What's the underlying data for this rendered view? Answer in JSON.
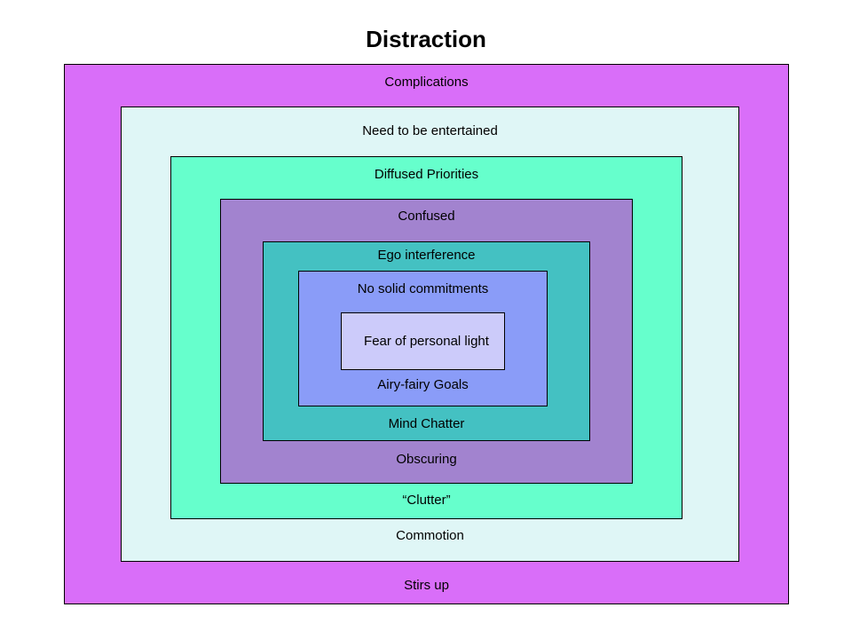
{
  "title": "Distraction",
  "layers": [
    {
      "top": "Complications",
      "bottom": "Stirs up",
      "color": "#d96ef9"
    },
    {
      "top": "Need to be entertained",
      "bottom": "Commotion",
      "color": "#dff6f6"
    },
    {
      "top": "Diffused Priorities",
      "bottom": "“Clutter”",
      "color": "#66ffcc"
    },
    {
      "top": "Confused",
      "bottom": "Obscuring",
      "color": "#a283cf"
    },
    {
      "top": "Ego interference",
      "bottom": "Mind Chatter",
      "color": "#44c1c2"
    },
    {
      "top": "No solid commitments",
      "bottom": "Airy-fairy Goals",
      "color": "#8a9cf8"
    },
    {
      "center": "Fear of personal light",
      "color": "#cccbfa"
    }
  ]
}
